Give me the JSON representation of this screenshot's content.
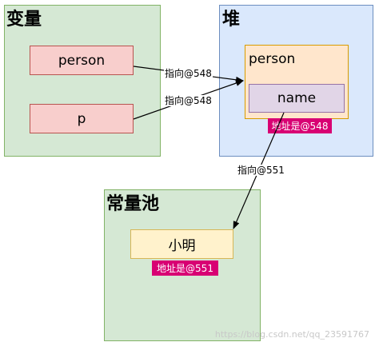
{
  "regions": {
    "variables": {
      "title": "变量"
    },
    "heap": {
      "title": "堆"
    },
    "constant_pool": {
      "title": "常量池"
    }
  },
  "variables": {
    "person": "person",
    "p": "p"
  },
  "heap_object": {
    "label": "person",
    "field": "name",
    "address": "地址是@548"
  },
  "constant": {
    "value": "小明",
    "address": "地址是@551"
  },
  "edges": {
    "person_to_object": "指向@548",
    "p_to_object": "指向@548",
    "name_to_constant": "指向@551"
  },
  "colors": {
    "variables_fill": "#d5e8d4",
    "heap_fill": "#dae8fc",
    "var_box_fill": "#f8cecc",
    "object_fill": "#ffe6cc",
    "field_fill": "#e1d5e7",
    "constant_fill": "#fff2cc",
    "address_badge": "#d80073"
  },
  "watermark": "https://blog.csdn.net/qq_23591767"
}
